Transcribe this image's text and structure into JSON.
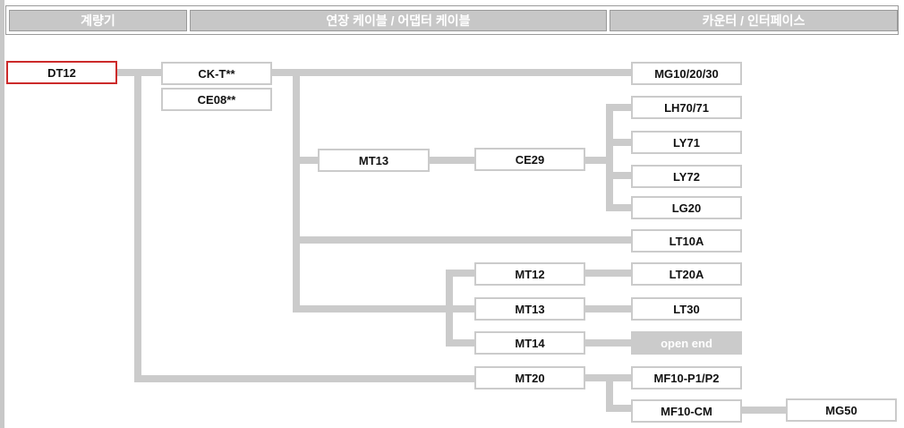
{
  "header": {
    "columns": [
      "계량기",
      "연장 케이블 / 어댑터 케이블",
      "카운터 / 인터페이스"
    ]
  },
  "colors": {
    "connector": "#cbcbcb",
    "highlight_border": "#cc2a2a",
    "header_fill": "#c7c7c7"
  },
  "nodes": {
    "dt12": "DT12",
    "ckt": "CK-T**",
    "ce08": "CE08**",
    "mt13_a": "MT13",
    "ce29": "CE29",
    "mt12": "MT12",
    "mt13_b": "MT13",
    "mt14": "MT14",
    "mt20": "MT20",
    "mg102030": "MG10/20/30",
    "lh7071": "LH70/71",
    "ly71": "LY71",
    "ly72": "LY72",
    "lg20": "LG20",
    "lt10a": "LT10A",
    "lt20a": "LT20A",
    "lt30": "LT30",
    "open_end": "open end",
    "mf10p1p2": "MF10-P1/P2",
    "mf10cm": "MF10-CM",
    "mg50": "MG50"
  }
}
